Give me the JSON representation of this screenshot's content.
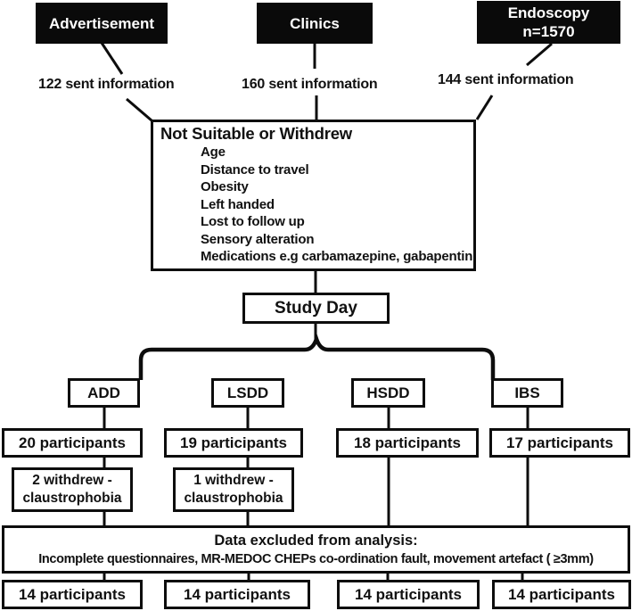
{
  "sources": [
    {
      "label": "Advertisement",
      "sent": "122 sent information"
    },
    {
      "label": "Clinics",
      "sent": "160 sent information"
    },
    {
      "label": "Endoscopy",
      "sublabel": "n=1570",
      "sent": "144 sent information"
    }
  ],
  "screening": {
    "title": "Not Suitable or Withdrew",
    "reasons": [
      "Age",
      "Distance to travel",
      "Obesity",
      "Left handed",
      "Lost to follow up",
      "Sensory alteration",
      "Medications e.g carbamazepine, gabapentin"
    ]
  },
  "study_day": {
    "label": "Study Day"
  },
  "groups": [
    {
      "name": "ADD",
      "enrolled": "20 participants",
      "withdrew_line1": "2 withdrew -",
      "withdrew_line2": "claustrophobia",
      "final": "14 participants"
    },
    {
      "name": "LSDD",
      "enrolled": "19 participants",
      "withdrew_line1": "1 withdrew -",
      "withdrew_line2": "claustrophobia",
      "final": "14 participants"
    },
    {
      "name": "HSDD",
      "enrolled": "18 participants",
      "final": "14 participants"
    },
    {
      "name": "IBS",
      "enrolled": "17 participants",
      "final": "14 participants"
    }
  ],
  "exclusion": {
    "title": "Data excluded from analysis:",
    "detail": "Incomplete questionnaires, MR-MEDOC CHEPs co-ordination fault, movement artefact ( ≥3mm)"
  },
  "colors": {
    "source_box_fill": "#0a0a0a",
    "source_box_text": "#ffffff",
    "line": "#0d0d0d",
    "background": "#ffffff"
  }
}
